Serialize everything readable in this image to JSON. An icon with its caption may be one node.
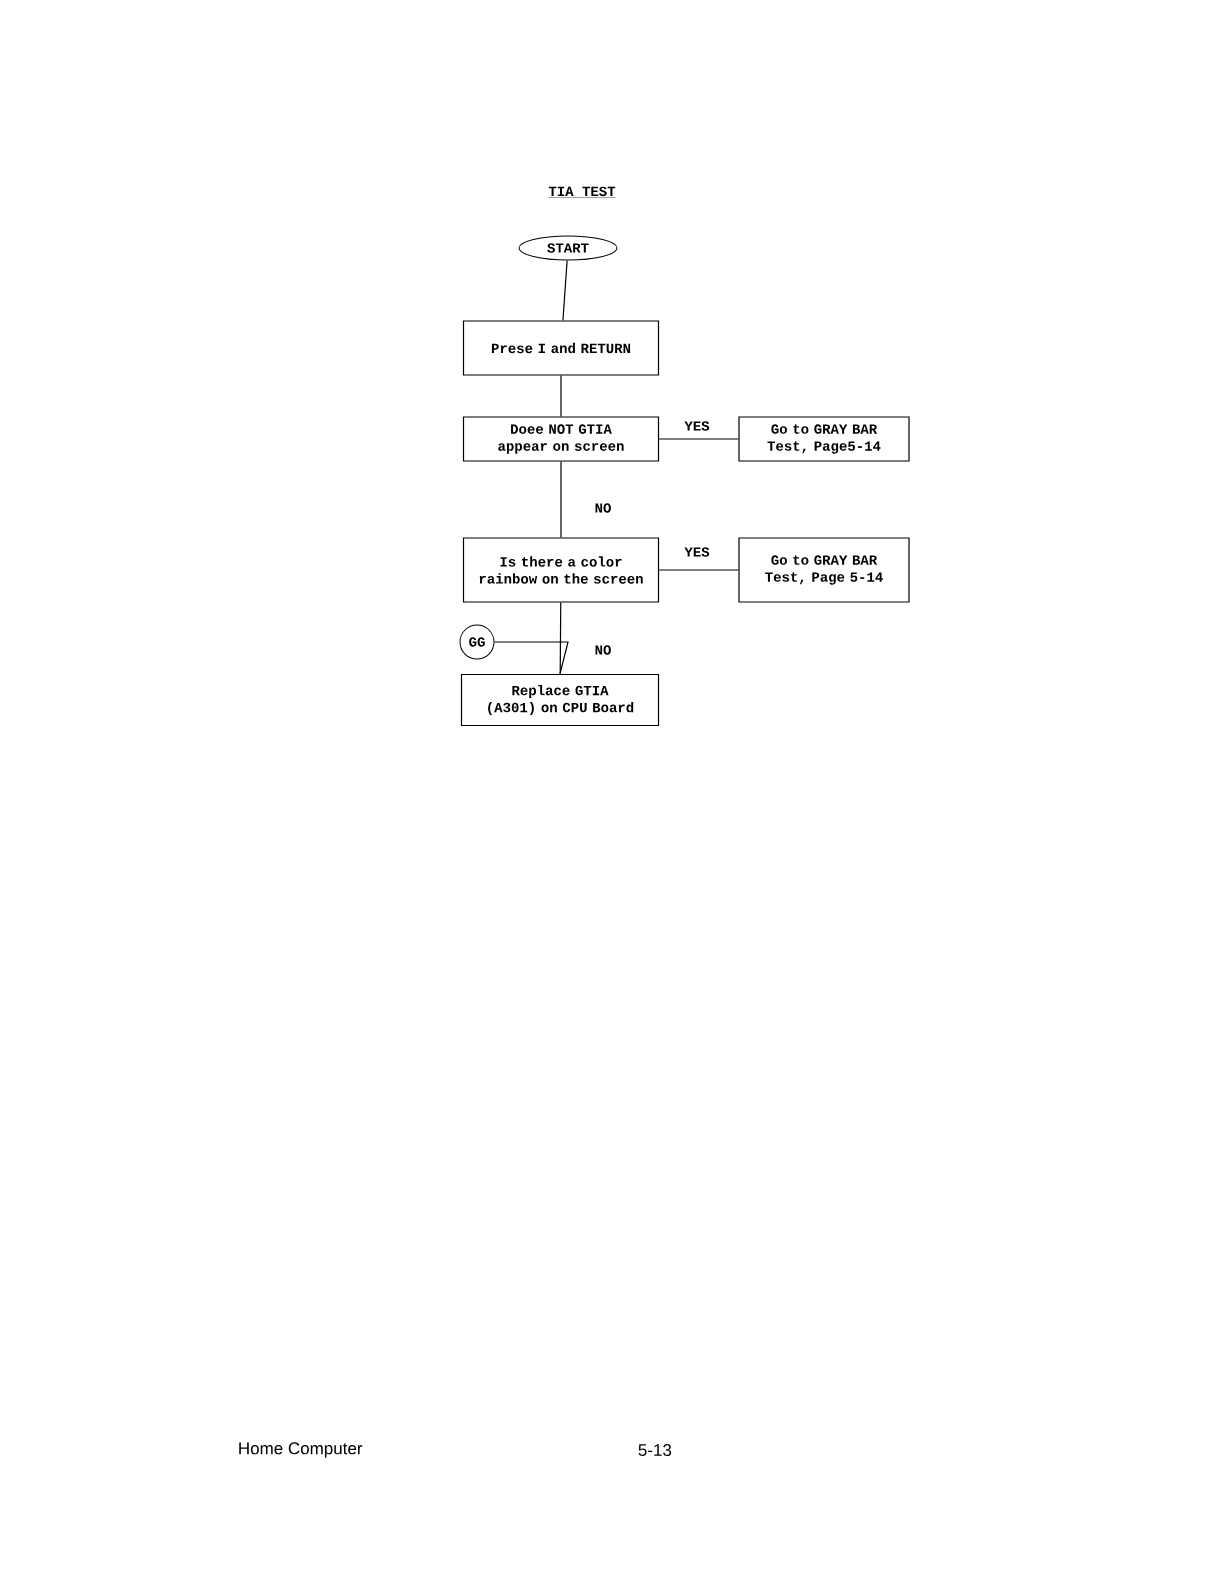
{
  "diagram": {
    "title": "TIA TEST",
    "nodes": [
      {
        "text": [
          "START"
        ]
      },
      {
        "text": [
          "Prese I and RETURN"
        ]
      },
      {
        "text": [
          "Doee NOT GTIA appear on screen"
        ]
      },
      {
        "text": [
          "Go to GRAY BAR Test, Page5-14"
        ]
      },
      {
        "text": [
          "Is there a color rainbow on the screen"
        ]
      },
      {
        "text": [
          "Go to GRAY BAR Test, Page 5-14"
        ]
      },
      {
        "text": [
          "GG"
        ]
      },
      {
        "text": [
          "Replace GTIA (A301) on CPU Board"
        ]
      }
    ],
    "edges": [
      {
        "from": 0,
        "to": 1,
        "arrow": "none"
      },
      {
        "from": 1,
        "to": 2,
        "arrow": "none"
      },
      {
        "from": 2,
        "to": 3,
        "arrow": "none",
        "label": "YES"
      },
      {
        "from": 2,
        "to": 4,
        "arrow": "none",
        "label": "NO"
      },
      {
        "from": 4,
        "to": 5,
        "arrow": "none",
        "label": "YES"
      },
      {
        "from": 4,
        "to": 7,
        "arrow": "none",
        "label": "NO"
      },
      {
        "from": 6,
        "to": 7,
        "arrow": "none"
      }
    ],
    "labels": [
      "Home Computer",
      "5-13"
    ]
  }
}
